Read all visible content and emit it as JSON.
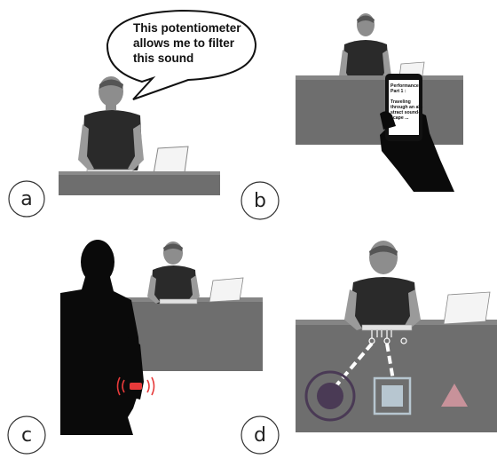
{
  "panels": {
    "a": {
      "label": "a",
      "speech_lines": [
        "This potentiometer",
        "allows me to filter",
        "this sound"
      ]
    },
    "b": {
      "label": "b",
      "phone_lines": [
        "Performance",
        "Part 1 :",
        "",
        "Traveling",
        "through an ab-",
        "stract sound-",
        "scape ..."
      ]
    },
    "c": {
      "label": "c"
    },
    "d": {
      "label": "d"
    }
  },
  "colors": {
    "table": "#6e6e6e",
    "table_top": "#8a8a8a",
    "silhouette": "#0a0a0a",
    "bracelet": "#e63a3a",
    "circle": "#4a3a55",
    "square": "#b7c6d0",
    "triangle": "#c8929a"
  }
}
